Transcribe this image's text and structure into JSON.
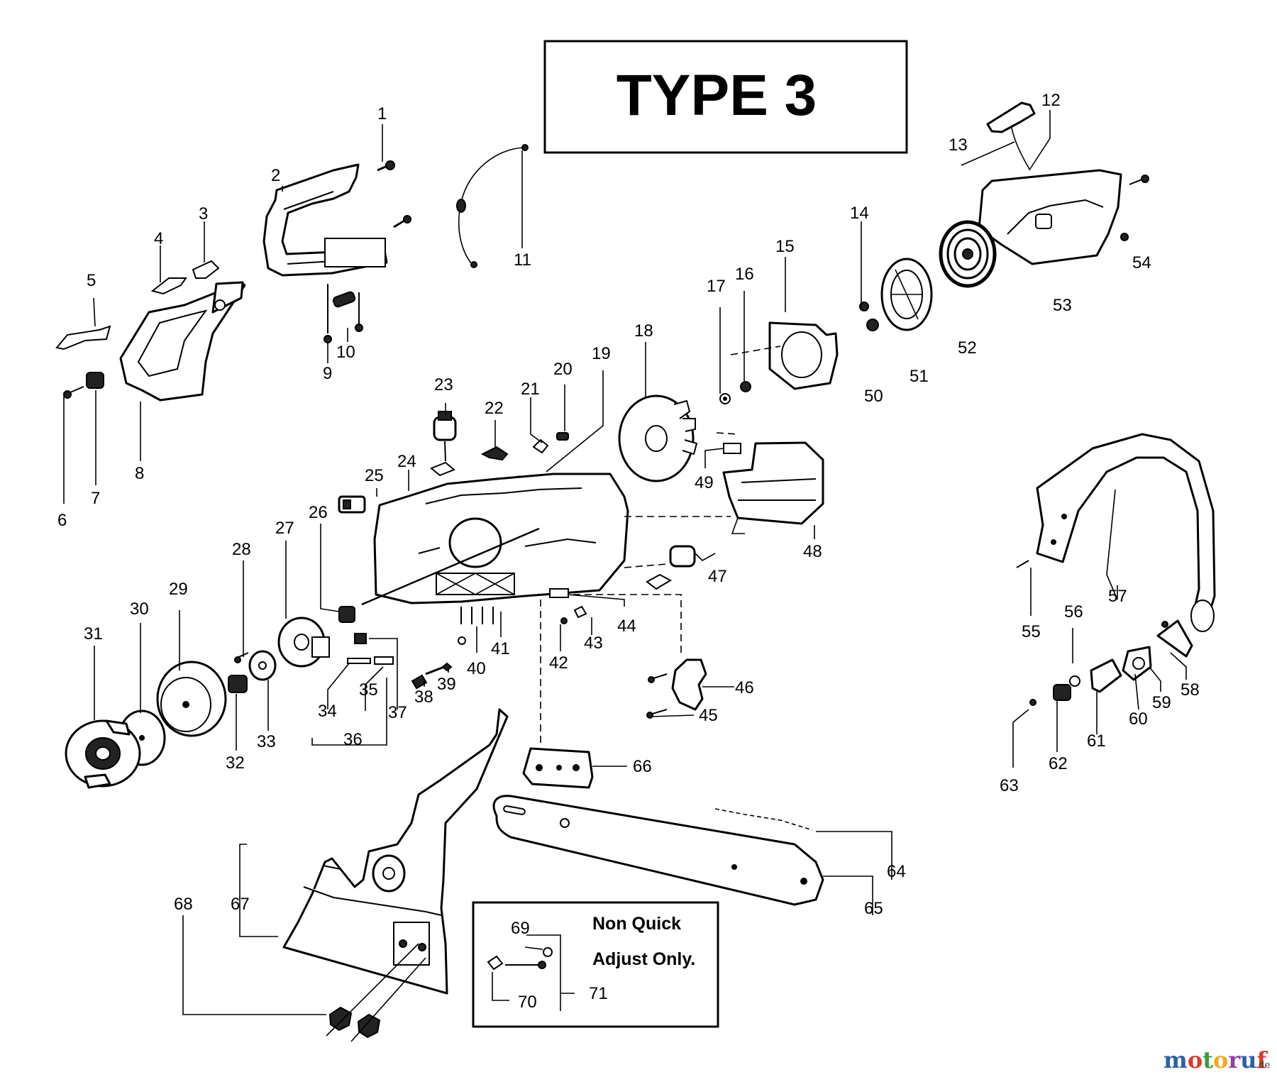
{
  "title": "TYPE 3",
  "inset": {
    "line1": "Non Quick",
    "line2": "Adjust Only."
  },
  "watermark": {
    "text": "motoruf",
    "suffix": ".de",
    "colors": [
      "#2d5fa8",
      "#e0392b",
      "#3a9a3f",
      "#f3a81a",
      "#8e3fa0",
      "#2d5fa8",
      "#e0392b"
    ]
  },
  "part_numbers": [
    "1",
    "2",
    "3",
    "4",
    "5",
    "6",
    "7",
    "8",
    "9",
    "10",
    "11",
    "12",
    "13",
    "14",
    "15",
    "16",
    "17",
    "18",
    "19",
    "20",
    "21",
    "22",
    "23",
    "24",
    "25",
    "26",
    "27",
    "28",
    "29",
    "30",
    "31",
    "32",
    "33",
    "34",
    "35",
    "36",
    "37",
    "38",
    "39",
    "40",
    "41",
    "42",
    "43",
    "44",
    "45",
    "46",
    "47",
    "48",
    "49",
    "50",
    "51",
    "52",
    "53",
    "54",
    "55",
    "56",
    "57",
    "58",
    "59",
    "60",
    "61",
    "62",
    "63",
    "64",
    "65",
    "66",
    "67",
    "68",
    "69",
    "70",
    "71"
  ]
}
